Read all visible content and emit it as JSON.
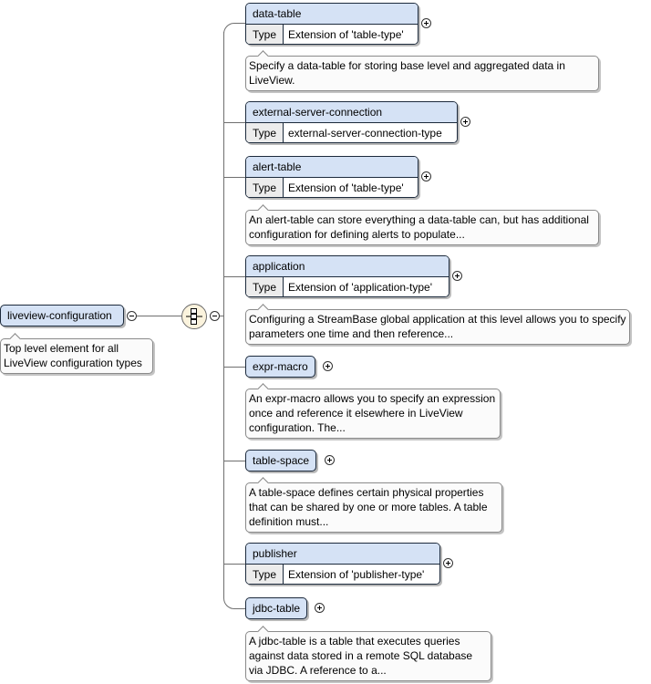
{
  "root": {
    "name": "liveview-configuration",
    "doc": "Top level element for all LiveView configuration types"
  },
  "compositor": {
    "icon": "sequence-compositor-icon"
  },
  "children": [
    {
      "name": "data-table",
      "type_label": "Type",
      "type": "Extension of 'table-type'",
      "doc": "Specify a data-table for storing base level and aggregated data in LiveView."
    },
    {
      "name": "external-server-connection",
      "type_label": "Type",
      "type": "external-server-connection-type"
    },
    {
      "name": "alert-table",
      "type_label": "Type",
      "type": "Extension of 'table-type'",
      "doc": "An alert-table can store everything a data-table can, but has additional configuration for defining alerts to populate..."
    },
    {
      "name": "application",
      "type_label": "Type",
      "type": "Extension of 'application-type'",
      "doc": "Configuring a StreamBase global application at this level allows you to specify parameters one time and then reference..."
    },
    {
      "name": "expr-macro",
      "doc": "An expr-macro allows you to specify an expression once and reference it elsewhere in LiveView configuration. The..."
    },
    {
      "name": "table-space",
      "doc": "A table-space defines certain physical properties that can be shared by one or more tables. A table definition must..."
    },
    {
      "name": "publisher",
      "type_label": "Type",
      "type": "Extension of 'publisher-type'"
    },
    {
      "name": "jdbc-table",
      "doc": "A jdbc-table is a table that executes queries against data stored in a remote SQL database via JDBC. A reference to a..."
    }
  ]
}
